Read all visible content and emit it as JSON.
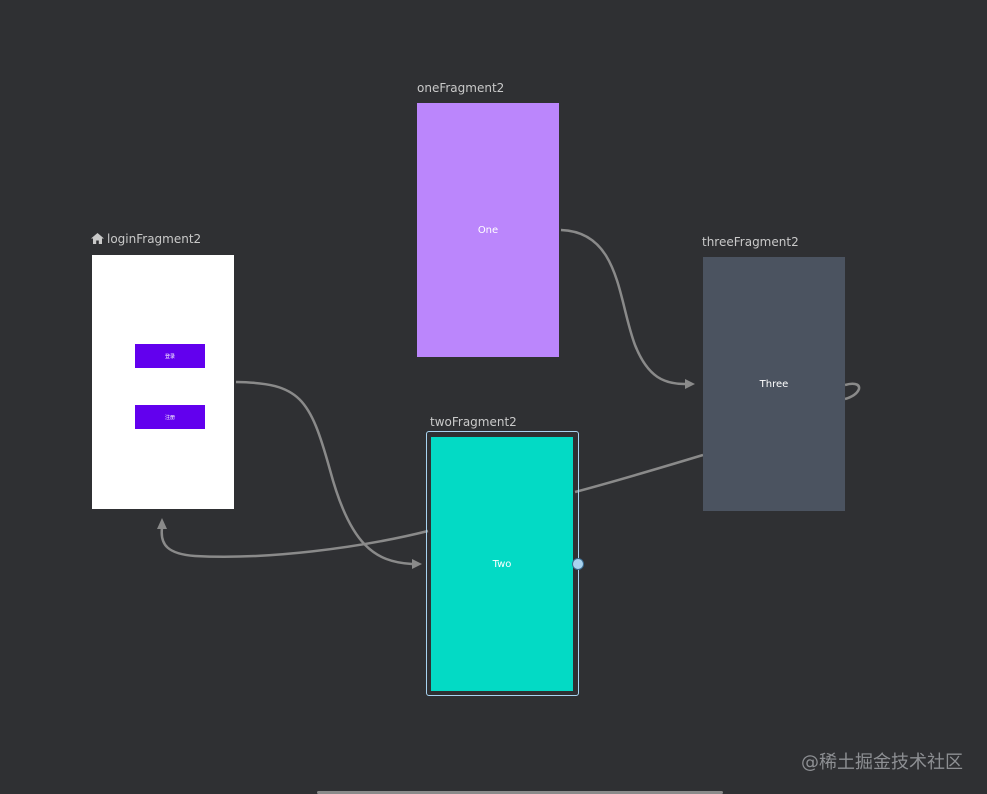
{
  "graph": {
    "fragments": {
      "login": {
        "label": "loginFragment2",
        "is_start_destination": true,
        "icon": "home-icon",
        "buttons": [
          {
            "label": "登录"
          },
          {
            "label": "注册"
          }
        ],
        "color": "#ffffff"
      },
      "one": {
        "label": "oneFragment2",
        "text": "One",
        "color": "#bb86fc"
      },
      "two": {
        "label": "twoFragment2",
        "text": "Two",
        "color": "#03dac5",
        "selected": true
      },
      "three": {
        "label": "threeFragment2",
        "text": "Three",
        "color": "#4b5360"
      }
    },
    "actions": [
      {
        "from": "loginFragment2",
        "to": "twoFragment2"
      },
      {
        "from": "oneFragment2",
        "to": "threeFragment2"
      },
      {
        "from": "twoFragment2",
        "to": "threeFragment2"
      },
      {
        "from": "twoFragment2",
        "to": "loginFragment2"
      },
      {
        "from": "threeFragment2",
        "to": "threeFragment2"
      }
    ],
    "colors": {
      "edge": "#8a8a8a",
      "selection": "#a8d3f0",
      "background": "#2f3033"
    }
  },
  "watermark": "@稀土掘金技术社区"
}
